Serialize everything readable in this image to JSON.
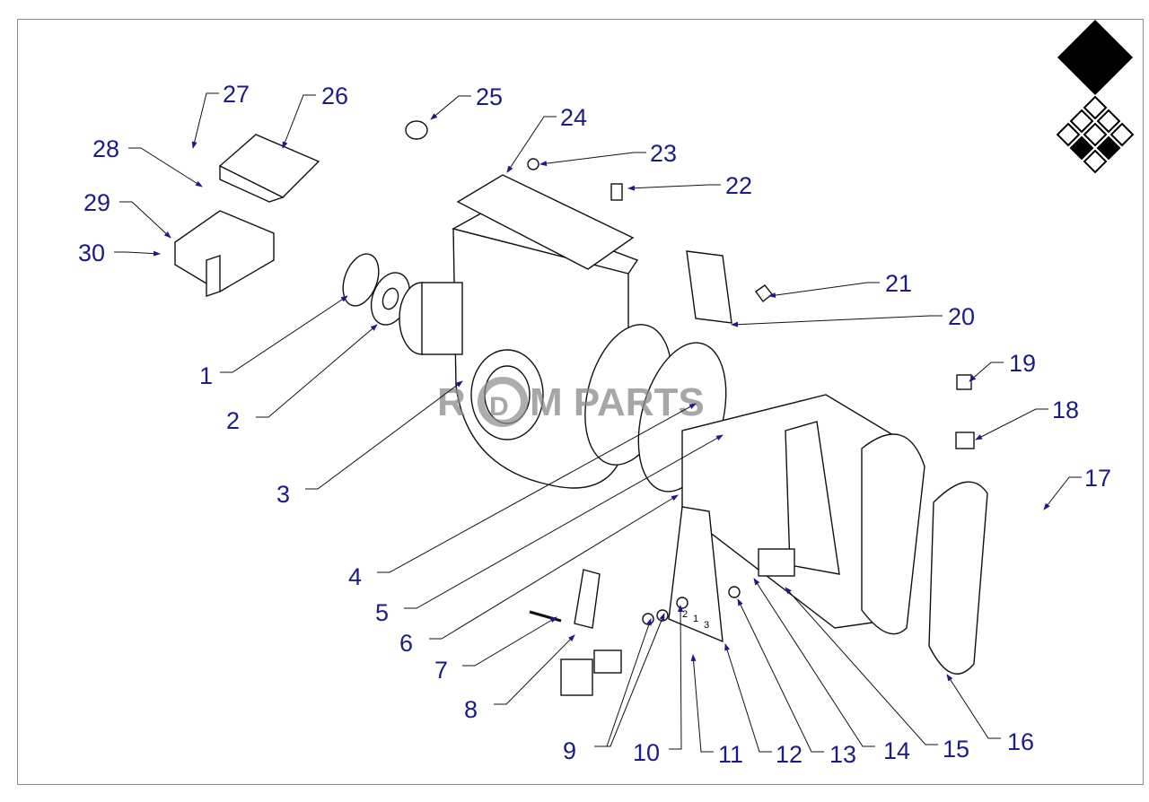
{
  "diagram": {
    "title": "Exploded parts diagram - gearbox assembly",
    "callouts": [
      "1",
      "2",
      "3",
      "4",
      "5",
      "6",
      "7",
      "8",
      "9",
      "10",
      "11",
      "12",
      "13",
      "14",
      "15",
      "16",
      "17",
      "18",
      "19",
      "20",
      "21",
      "22",
      "23",
      "24",
      "25",
      "26",
      "27",
      "28",
      "29",
      "30"
    ],
    "bracket_markings": [
      "2",
      "1",
      "3"
    ],
    "watermark": {
      "left": "R",
      "mid": "D",
      "right": "M PARTS"
    },
    "colors": {
      "callout": "#1b1b8a",
      "line": "#111111",
      "watermark": "#8a8a8a"
    }
  }
}
